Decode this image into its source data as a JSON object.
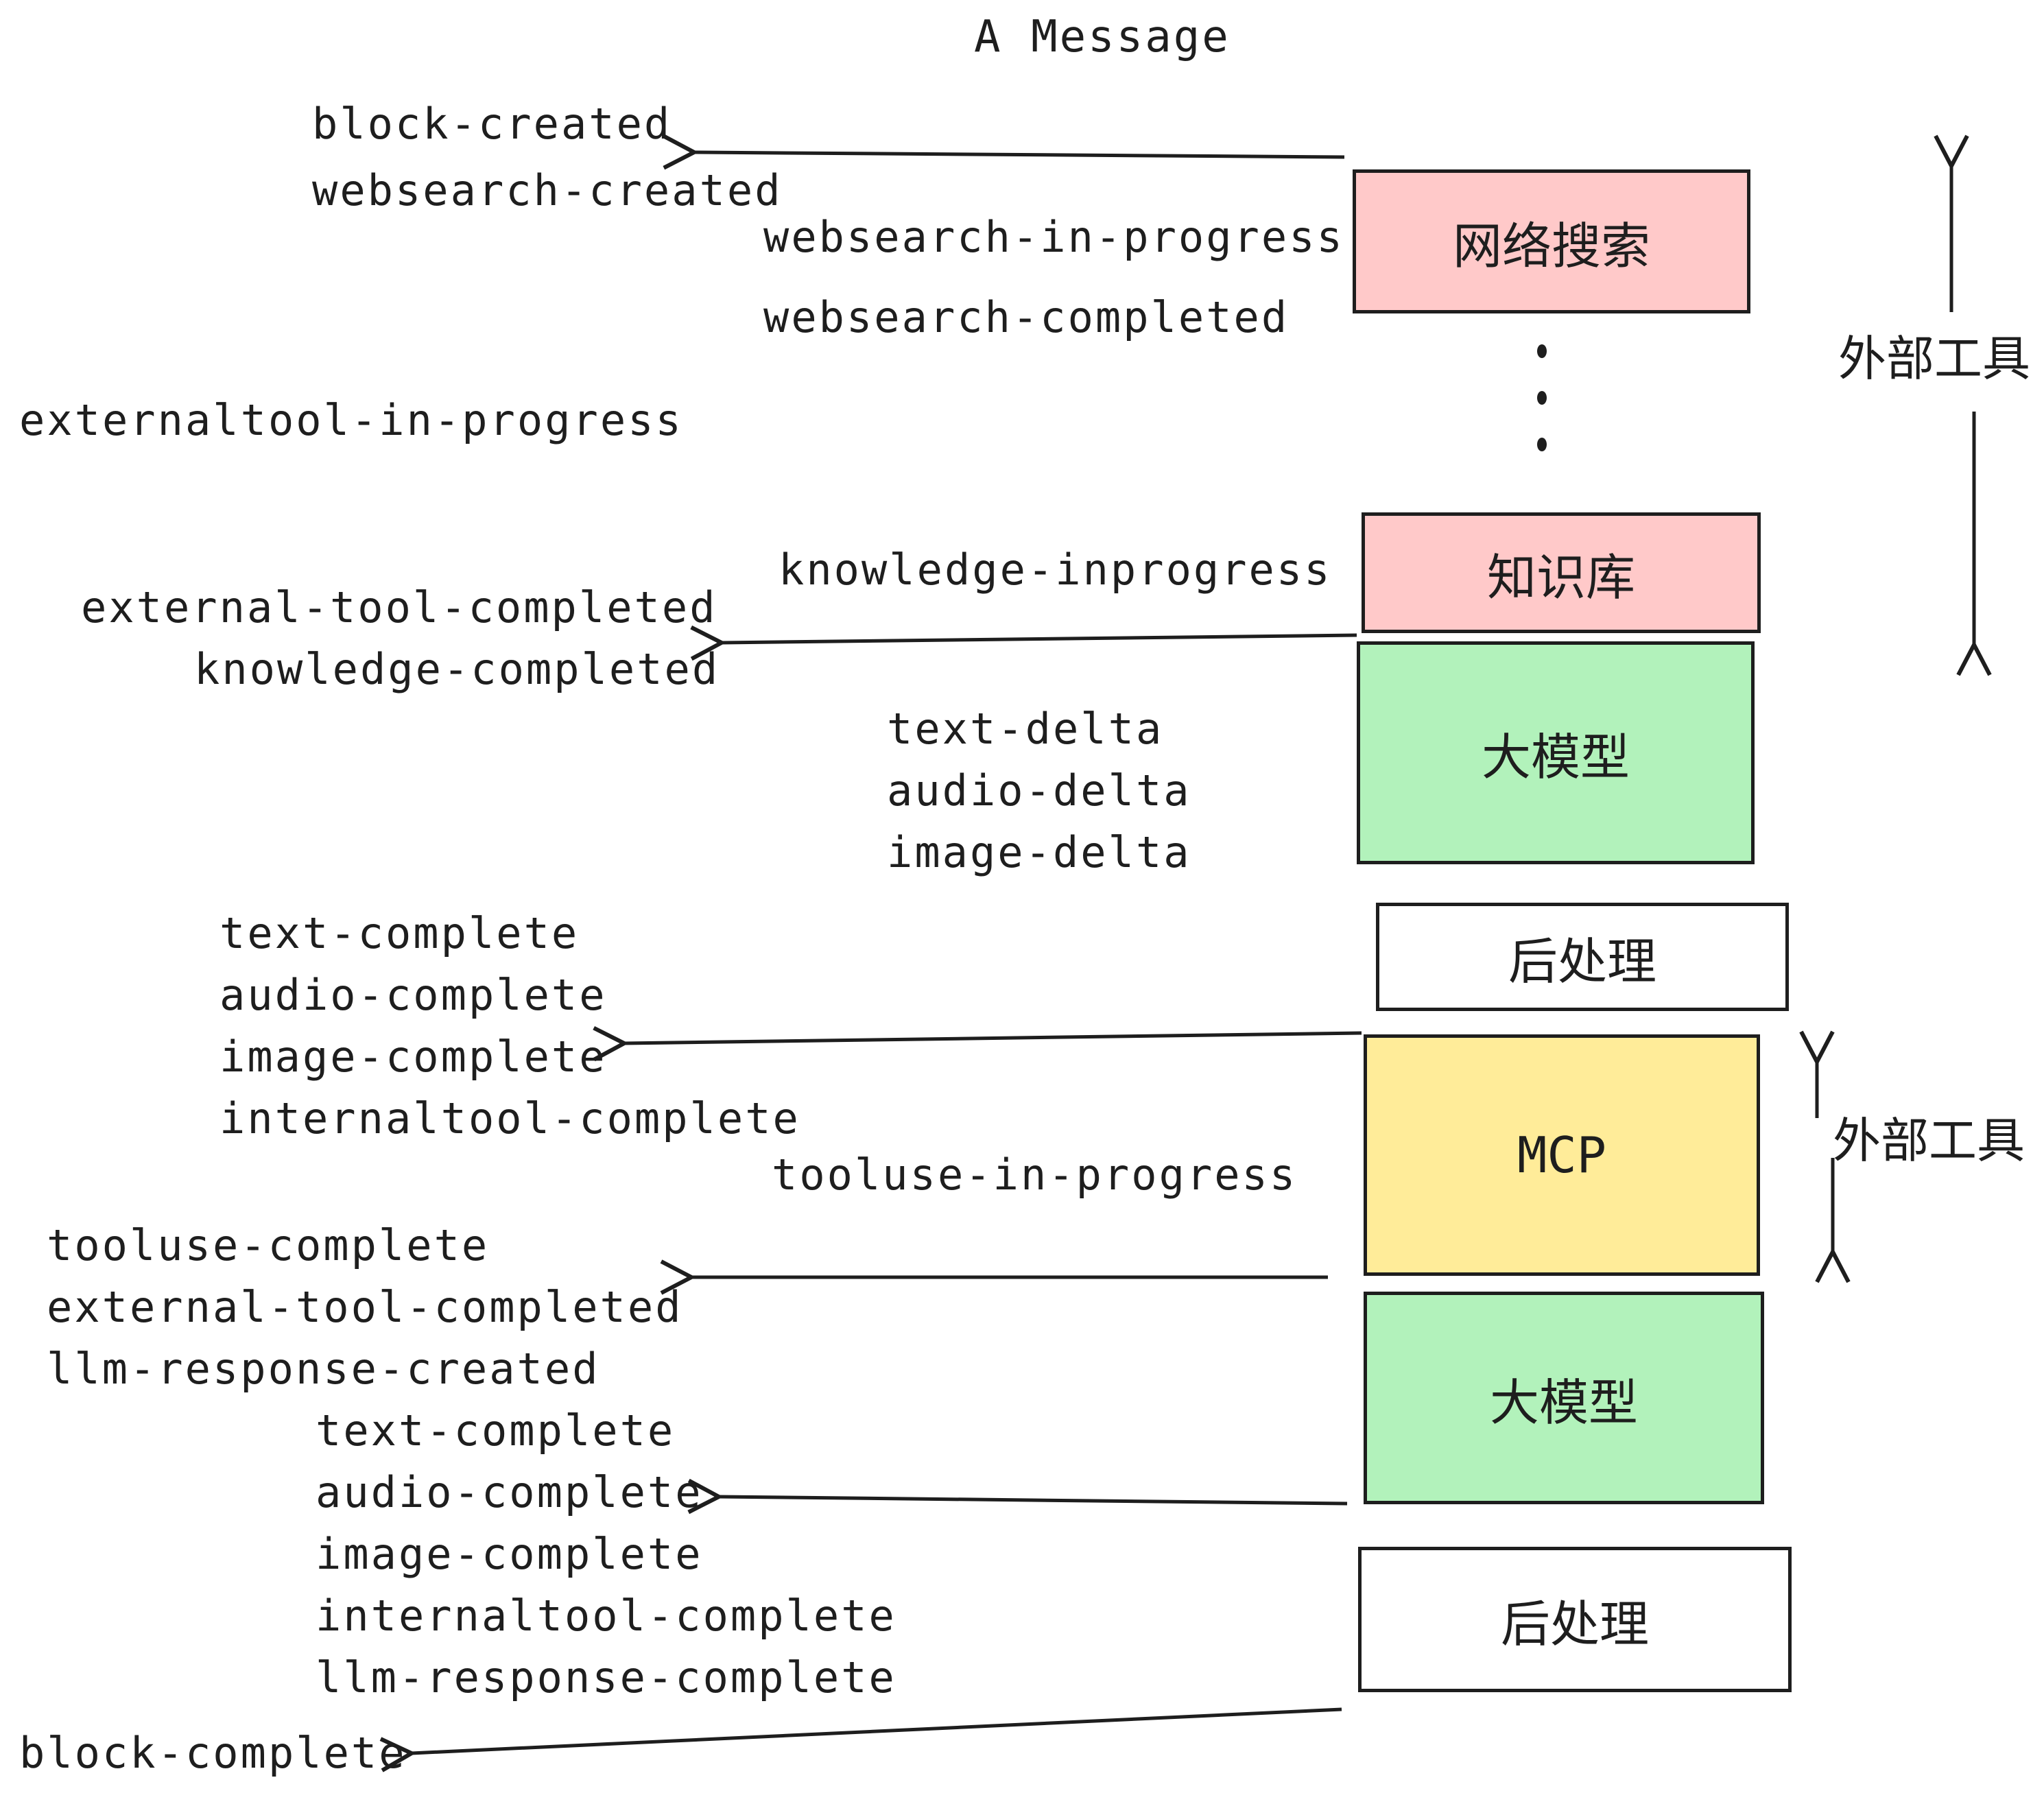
{
  "title": "A Message",
  "colors": {
    "pink": "#ffc9c9",
    "green": "#b2f2bb",
    "yellow": "#ffec99",
    "white": "#ffffff",
    "stroke": "#1e1e1e"
  },
  "boxes": [
    {
      "label": "网络搜索",
      "color": "#ffc9c9"
    },
    {
      "label": "知识库",
      "color": "#ffc9c9"
    },
    {
      "label": "大模型",
      "color": "#b2f2bb"
    },
    {
      "label": "后处理",
      "color": "#ffffff"
    },
    {
      "label": "MCP",
      "color": "#ffec99"
    },
    {
      "label": "大模型",
      "color": "#b2f2bb"
    },
    {
      "label": "后处理",
      "color": "#ffffff"
    }
  ],
  "side_labels": [
    {
      "text": "外部工具"
    },
    {
      "text": "外部工具"
    }
  ],
  "events": [
    {
      "text": "block-created"
    },
    {
      "text": "websearch-created"
    },
    {
      "text": "websearch-in-progress"
    },
    {
      "text": "websearch-completed"
    },
    {
      "text": "externaltool-in-progress"
    },
    {
      "text": "knowledge-inprogress"
    },
    {
      "text": "external-tool-completed"
    },
    {
      "text": "knowledge-completed"
    },
    {
      "text": "text-delta"
    },
    {
      "text": "audio-delta"
    },
    {
      "text": "image-delta"
    },
    {
      "text": "text-complete"
    },
    {
      "text": "audio-complete"
    },
    {
      "text": "image-complete"
    },
    {
      "text": "internaltool-complete"
    },
    {
      "text": "tooluse-in-progress"
    },
    {
      "text": "tooluse-complete"
    },
    {
      "text": "external-tool-completed"
    },
    {
      "text": "llm-response-created"
    },
    {
      "text": "text-complete"
    },
    {
      "text": "audio-complete"
    },
    {
      "text": "image-complete"
    },
    {
      "text": "internaltool-complete"
    },
    {
      "text": "llm-response-complete"
    },
    {
      "text": "block-complete"
    }
  ]
}
